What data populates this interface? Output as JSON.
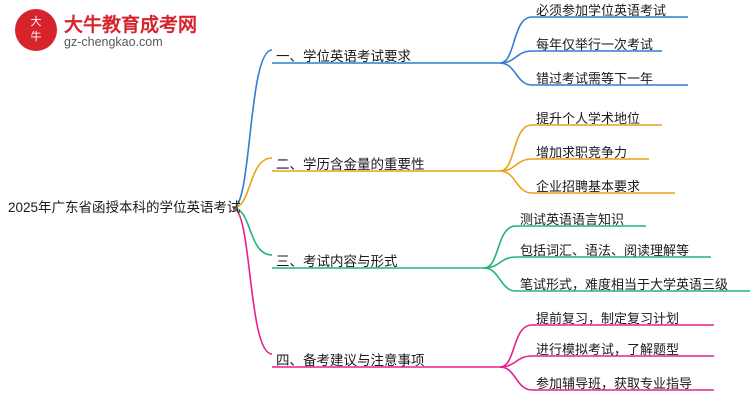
{
  "logo": {
    "title": "大牛教育成考网",
    "subtitle": "gz-chengkao.com",
    "mark": "大牛",
    "brand_color": "#d6232c"
  },
  "mindmap": {
    "root": "2025年广东省函授本科的学位英语考试",
    "branches": [
      {
        "label": "一、学位英语考试要求",
        "color": "#2f7fd1",
        "children": [
          "必须参加学位英语考试",
          "每年仅举行一次考试",
          "错过考试需等下一年"
        ]
      },
      {
        "label": "二、学历含金量的重要性",
        "color": "#e8a317",
        "children": [
          "提升个人学术地位",
          "增加求职竞争力",
          "企业招聘基本要求"
        ]
      },
      {
        "label": "三、考试内容与形式",
        "color": "#21b573",
        "children": [
          "测试英语语言知识",
          "包括词汇、语法、阅读理解等",
          "笔试形式，难度相当于大学英语三级"
        ]
      },
      {
        "label": "四、备考建议与注意事项",
        "color": "#e5218f",
        "children": [
          "提前复习，制定复习计划",
          "进行模拟考试，了解题型",
          "参加辅导班，获取专业指导"
        ]
      }
    ]
  }
}
